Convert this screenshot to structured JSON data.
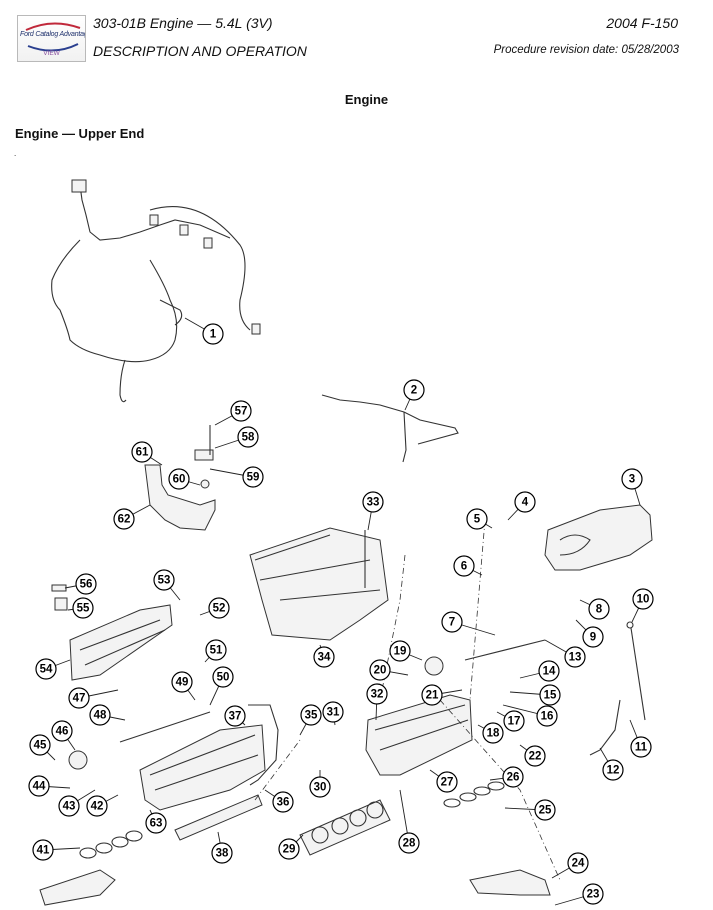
{
  "header": {
    "logo": {
      "brand": "Ford Catalog Advantage",
      "view_label": "VIEW"
    },
    "doc_title": "303-01B Engine — 5.4L (3V)",
    "doc_subtitle": "DESCRIPTION AND OPERATION",
    "model": "2004 F-150",
    "revision": "Procedure revision date: 05/28/2003"
  },
  "section_title": "Engine",
  "subsection_title": "Engine — Upper End",
  "dot_mark": ".",
  "diagram": {
    "callouts": [
      "1",
      "2",
      "3",
      "4",
      "5",
      "6",
      "7",
      "8",
      "9",
      "10",
      "11",
      "12",
      "13",
      "14",
      "15",
      "16",
      "17",
      "18",
      "19",
      "20",
      "21",
      "22",
      "23",
      "24",
      "25",
      "26",
      "27",
      "28",
      "29",
      "30",
      "31",
      "32",
      "33",
      "34",
      "35",
      "36",
      "37",
      "38",
      "41",
      "42",
      "43",
      "44",
      "45",
      "46",
      "47",
      "48",
      "49",
      "50",
      "51",
      "52",
      "53",
      "54",
      "55",
      "56",
      "57",
      "58",
      "59",
      "60",
      "61",
      "62",
      "63"
    ]
  }
}
